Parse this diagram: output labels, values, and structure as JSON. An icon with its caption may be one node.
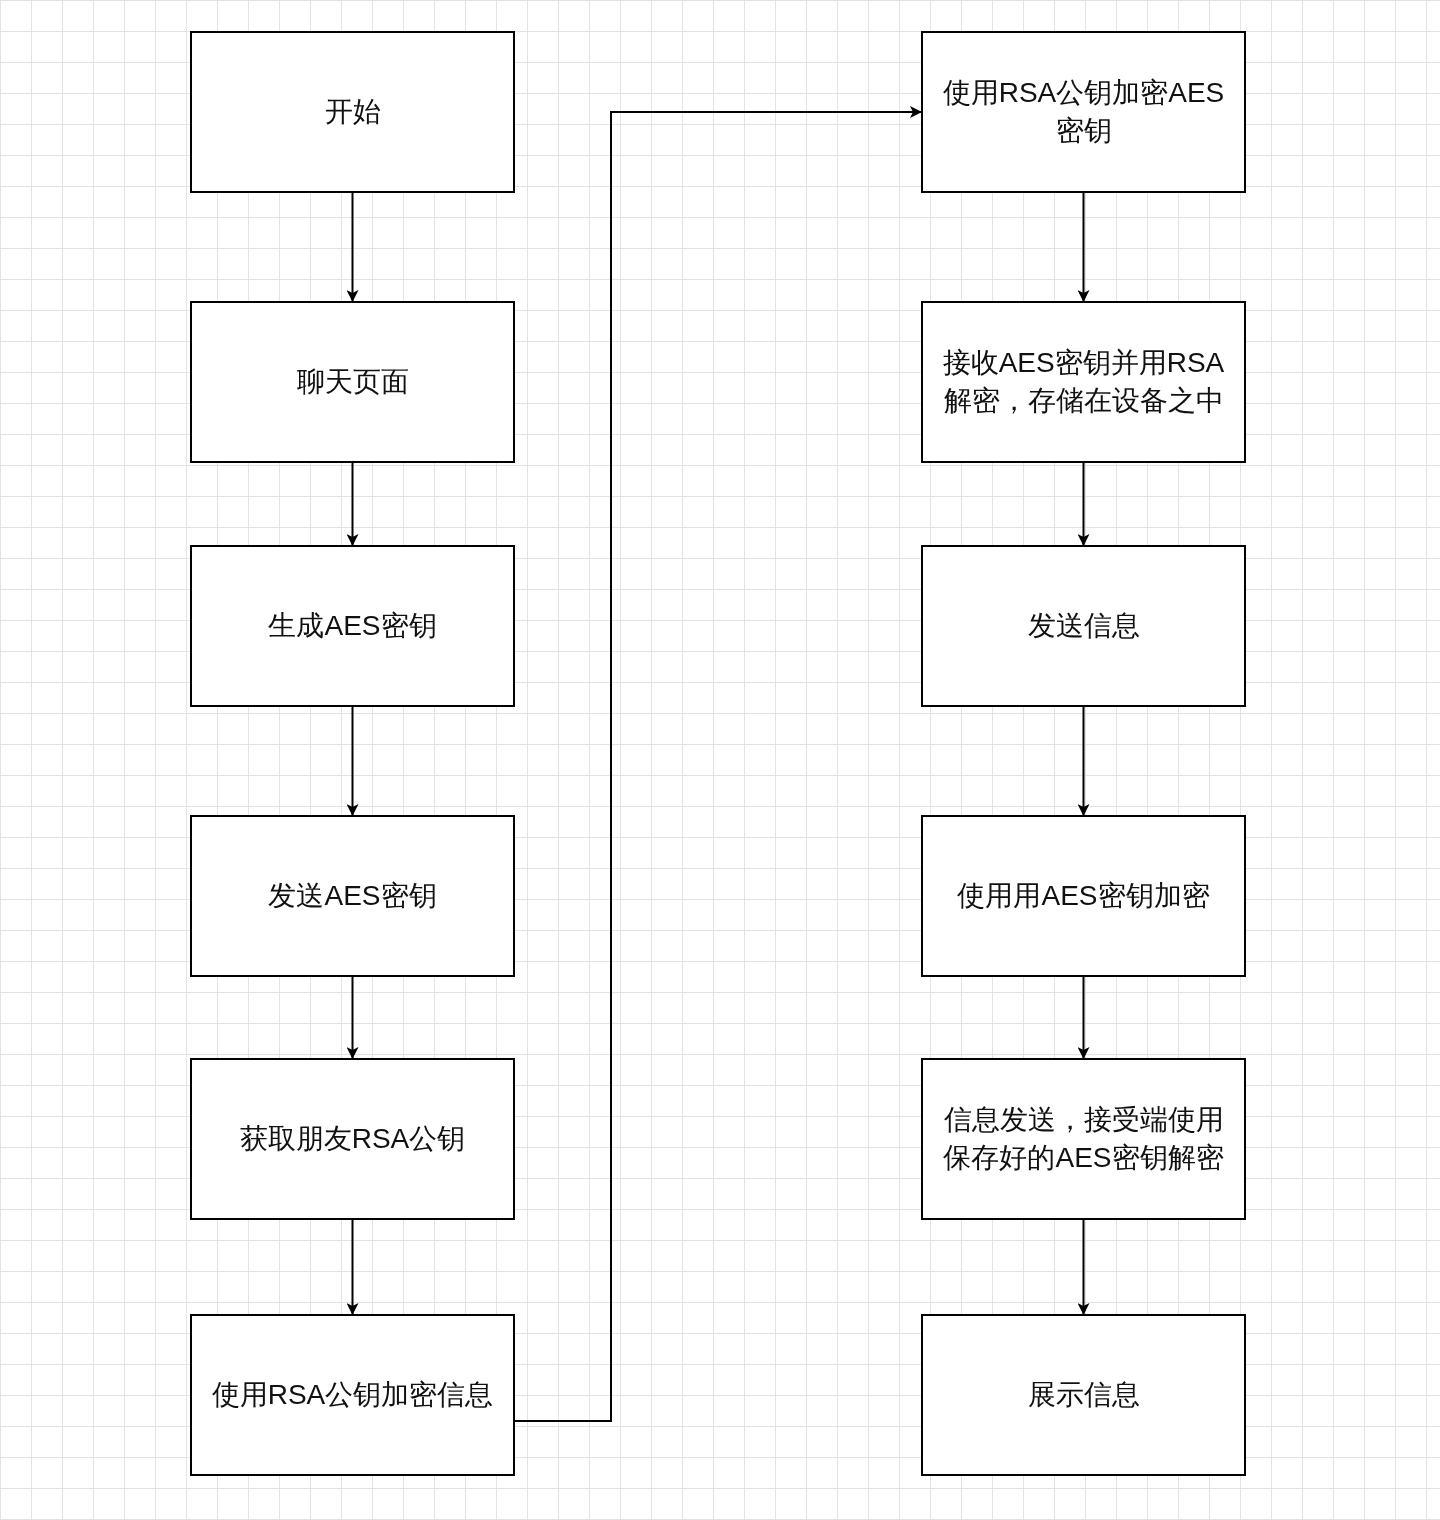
{
  "diagram": {
    "nodes": [
      {
        "text": [
          "开始"
        ]
      },
      {
        "text": [
          "聊天页面"
        ]
      },
      {
        "text": [
          "生成AES密钥"
        ]
      },
      {
        "text": [
          "发送AES密钥"
        ]
      },
      {
        "text": [
          "获取朋友RSA公钥"
        ]
      },
      {
        "text": [
          "使用RSA公钥加密信息"
        ]
      },
      {
        "text": [
          "使用RSA公钥加密AES密钥"
        ]
      },
      {
        "text": [
          "接收AES密钥并用RSA解密，存储在设备之中"
        ]
      },
      {
        "text": [
          "发送信息"
        ]
      },
      {
        "text": [
          "使用用AES密钥加密"
        ]
      },
      {
        "text": [
          "信息发送，接受端使用保存好的AES密钥解密"
        ]
      },
      {
        "text": [
          "展示信息"
        ]
      }
    ],
    "edges": [
      {
        "from": 0,
        "to": 1,
        "arrow": "to"
      },
      {
        "from": 1,
        "to": 2,
        "arrow": "to"
      },
      {
        "from": 2,
        "to": 3,
        "arrow": "to"
      },
      {
        "from": 3,
        "to": 4,
        "arrow": "to"
      },
      {
        "from": 4,
        "to": 5,
        "arrow": "to"
      },
      {
        "from": 5,
        "to": 6,
        "arrow": "to"
      },
      {
        "from": 6,
        "to": 7,
        "arrow": "to"
      },
      {
        "from": 7,
        "to": 8,
        "arrow": "to"
      },
      {
        "from": 8,
        "to": 9,
        "arrow": "to"
      },
      {
        "from": 9,
        "to": 10,
        "arrow": "to"
      },
      {
        "from": 10,
        "to": 11,
        "arrow": "to"
      }
    ]
  }
}
